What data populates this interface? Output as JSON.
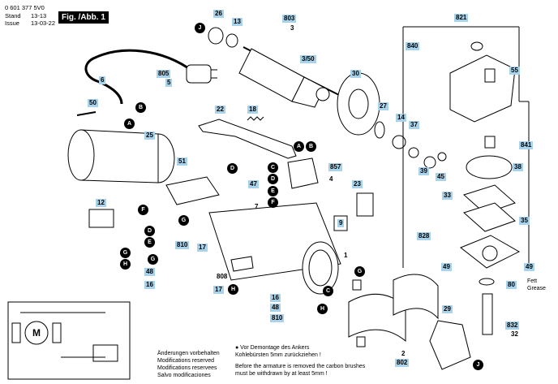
{
  "header": {
    "doc_number": "0 601 377 5V0",
    "stand_label": "Stand",
    "stand_value": "13-13",
    "issue_label": "Issue",
    "issue_value": "13-03-22",
    "figure_title": "Fig. /Abb. 1"
  },
  "part_labels": [
    {
      "id": "26",
      "text": "26"
    },
    {
      "id": "13",
      "text": "13"
    },
    {
      "id": "803",
      "text": "803"
    },
    {
      "id": "3a",
      "text": "3"
    },
    {
      "id": "3_50",
      "text": "3/50"
    },
    {
      "id": "805",
      "text": "805"
    },
    {
      "id": "5a",
      "text": "5"
    },
    {
      "id": "6",
      "text": "6"
    },
    {
      "id": "50",
      "text": "50"
    },
    {
      "id": "25",
      "text": "25"
    },
    {
      "id": "22",
      "text": "22"
    },
    {
      "id": "18",
      "text": "18"
    },
    {
      "id": "30",
      "text": "30"
    },
    {
      "id": "27",
      "text": "27"
    },
    {
      "id": "14",
      "text": "14"
    },
    {
      "id": "37",
      "text": "37"
    },
    {
      "id": "39",
      "text": "39"
    },
    {
      "id": "45",
      "text": "45"
    },
    {
      "id": "857",
      "text": "857"
    },
    {
      "id": "4",
      "text": "4"
    },
    {
      "id": "51",
      "text": "51"
    },
    {
      "id": "47",
      "text": "47"
    },
    {
      "id": "7",
      "text": "7"
    },
    {
      "id": "23",
      "text": "23"
    },
    {
      "id": "9",
      "text": "9"
    },
    {
      "id": "12",
      "text": "12"
    },
    {
      "id": "810a",
      "text": "810"
    },
    {
      "id": "17a",
      "text": "17"
    },
    {
      "id": "48a",
      "text": "48"
    },
    {
      "id": "16a",
      "text": "16"
    },
    {
      "id": "808",
      "text": "808"
    },
    {
      "id": "1",
      "text": "1"
    },
    {
      "id": "17b",
      "text": "17"
    },
    {
      "id": "16b",
      "text": "16"
    },
    {
      "id": "48b",
      "text": "48"
    },
    {
      "id": "810b",
      "text": "810"
    },
    {
      "id": "2",
      "text": "2"
    },
    {
      "id": "802",
      "text": "802"
    },
    {
      "id": "29",
      "text": "29"
    },
    {
      "id": "821",
      "text": "821"
    },
    {
      "id": "840",
      "text": "840"
    },
    {
      "id": "55",
      "text": "55"
    },
    {
      "id": "841",
      "text": "841"
    },
    {
      "id": "38",
      "text": "38"
    },
    {
      "id": "33",
      "text": "33"
    },
    {
      "id": "35",
      "text": "35"
    },
    {
      "id": "828",
      "text": "828"
    },
    {
      "id": "49a",
      "text": "49"
    },
    {
      "id": "49b",
      "text": "49"
    },
    {
      "id": "80",
      "text": "80"
    },
    {
      "id": "832",
      "text": "832"
    },
    {
      "id": "32",
      "text": "32"
    }
  ],
  "connector_markers": [
    "J",
    "A",
    "B",
    "C",
    "D",
    "E",
    "F",
    "G",
    "H"
  ],
  "grease_note": {
    "line1": "Fett",
    "line2": "Grease"
  },
  "notes": {
    "line1": "Änderungen vorbehalten",
    "line2": "Modifications reserved",
    "line3": "Modifications reservees",
    "line4": "Salvo modificaciones"
  },
  "warning": {
    "line1": "● Vor Demontage des Ankers",
    "line2": "Kohlebürsten 5mm zurückziehen !",
    "line3": "Before the armature is removed the carbon brushes",
    "line4": "must be withdrawn by at least 5mm !"
  },
  "wiring_symbol": "M",
  "colors": {
    "label_bg": "#a9d3ea",
    "ink": "#000000",
    "marker_bg": "#000000"
  }
}
